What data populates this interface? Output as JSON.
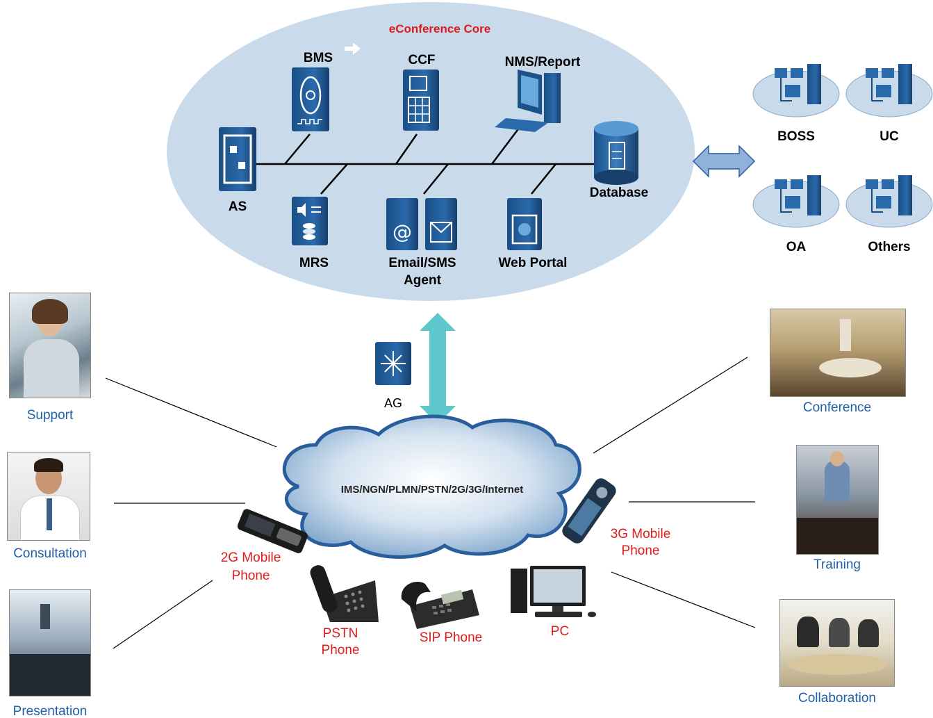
{
  "core": {
    "title": "eConference Core",
    "components": {
      "bms": "BMS",
      "ccf": "CCF",
      "nms": "NMS/Report",
      "as": "AS",
      "mrs": "MRS",
      "email_line1": "Email/SMS",
      "email_line2": "Agent",
      "web_portal": "Web Portal",
      "database": "Database"
    }
  },
  "external_systems": [
    "BOSS",
    "UC",
    "OA",
    "Others"
  ],
  "gateway": "AG",
  "network": "IMS/NGN/PLMN/PSTN/2G/3G/Internet",
  "terminals": {
    "mobile2g_line1": "2G Mobile",
    "mobile2g_line2": "Phone",
    "mobile3g_line1": "3G Mobile",
    "mobile3g_line2": "Phone",
    "pstn_line1": "PSTN",
    "pstn_line2": "Phone",
    "sip": "SIP Phone",
    "pc": "PC"
  },
  "use_cases_left": [
    "Support",
    "Consultation",
    "Presentation"
  ],
  "use_cases_right": [
    "Conference",
    "Training",
    "Collaboration"
  ],
  "colors": {
    "core_ellipse": "#c9daea",
    "cloud": "#8fb3d6",
    "server_blue": "#1f5a96",
    "arrow_teal": "#5fc8cc",
    "label_blue": "#1f5fa8",
    "label_red": "#e11a1a",
    "title_red": "#e11a1a"
  },
  "icons": [
    "server-icon",
    "database-icon",
    "monitor-icon",
    "phone-icon",
    "mobile-phone-icon",
    "pc-icon",
    "gateway-icon",
    "network-cluster-icon"
  ]
}
